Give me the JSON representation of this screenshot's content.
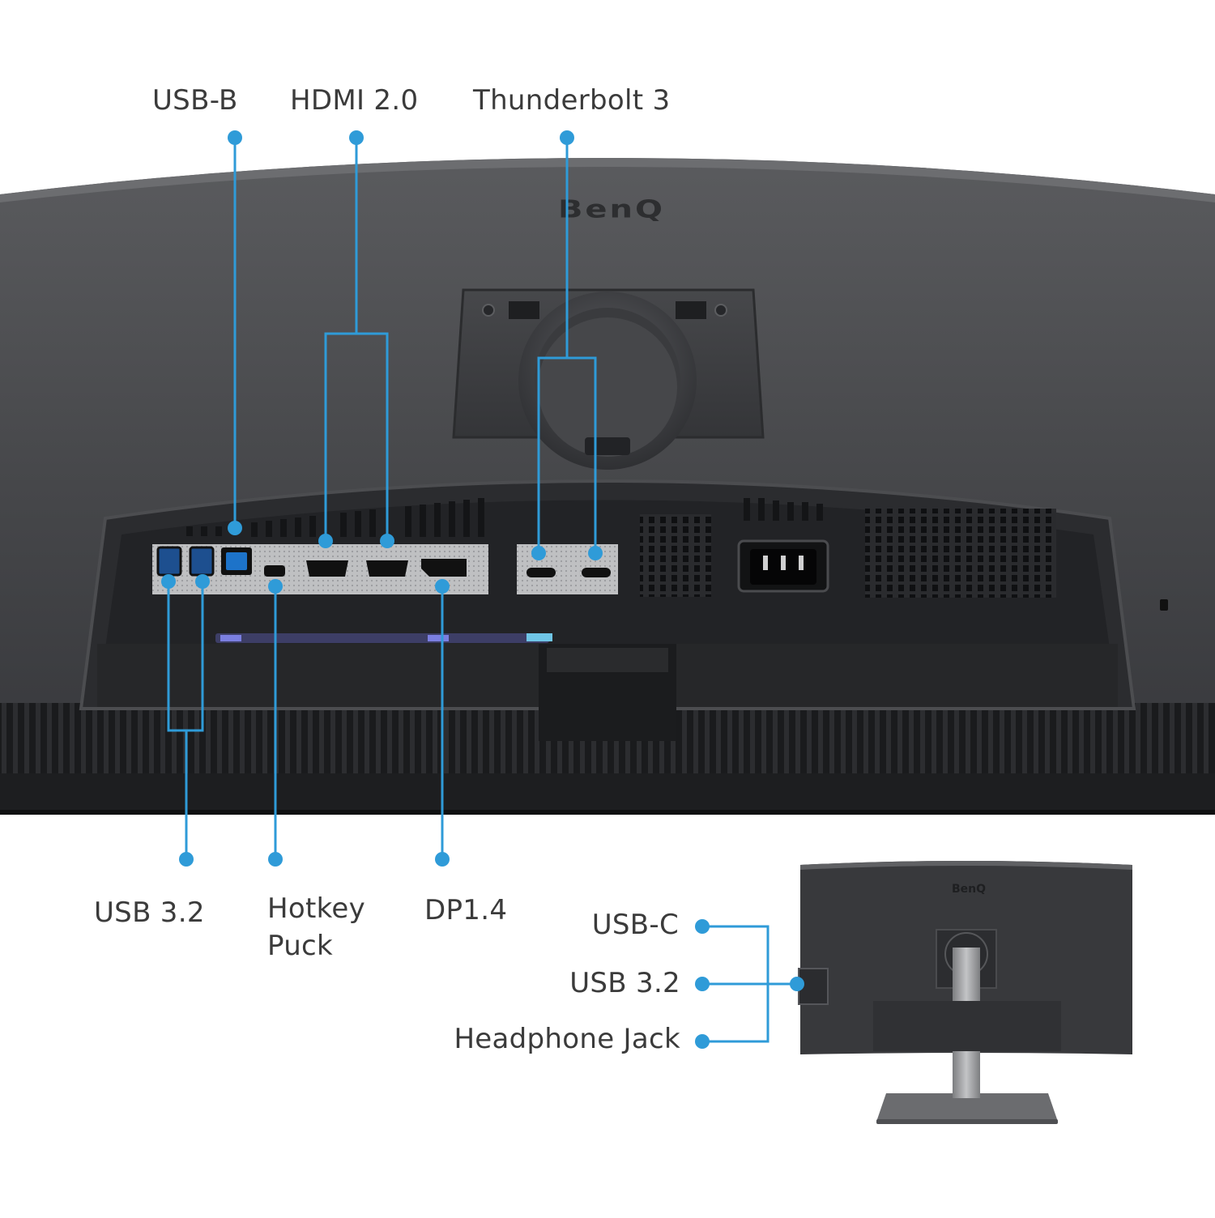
{
  "labels": {
    "usb_b": "USB-B",
    "hdmi": "HDMI 2.0",
    "thunderbolt": "Thunderbolt 3",
    "usb32_rear": "USB 3.2",
    "hotkey_puck": "Hotkey\nPuck",
    "dp": "DP1.4",
    "usb_c_side": "USB-C",
    "usb32_side": "USB 3.2",
    "headphone": "Headphone Jack"
  },
  "brand": {
    "logo": "BenQ"
  },
  "colors": {
    "callout": "#2f9bd8",
    "body": "#3e3f41",
    "body_dark": "#1c1d1f",
    "panel": "#2a2b2d",
    "port_plate": "#b8b9bb",
    "label": "#3b3b3b"
  }
}
